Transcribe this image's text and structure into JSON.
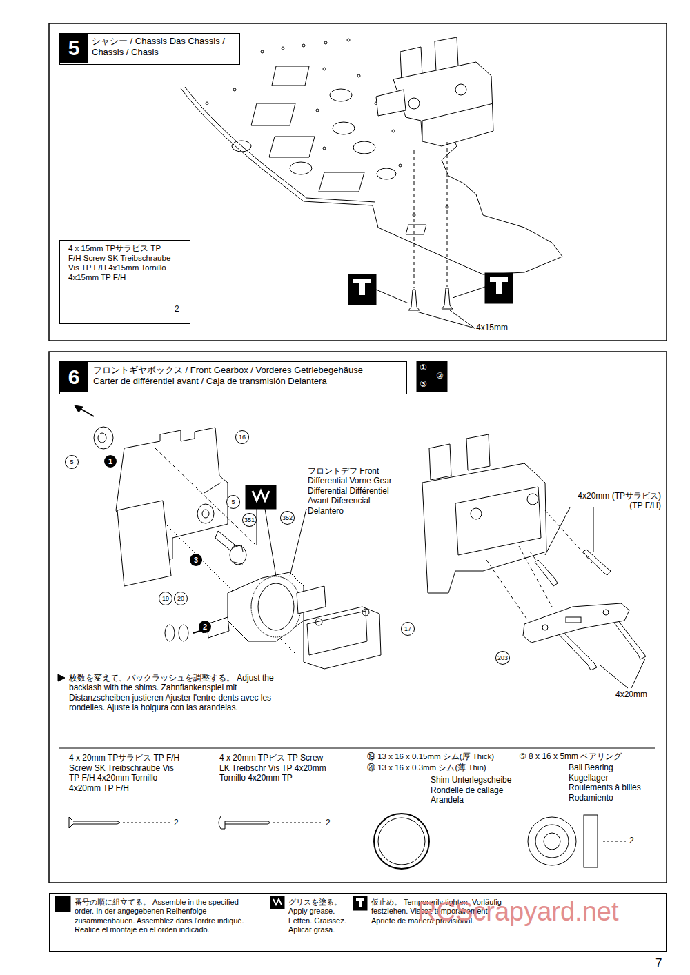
{
  "diagram": {
    "nodes": [
      {
        "text": [
          "5",
          "シャシー / Chassis Das Chassis / Chassis / Chasis"
        ]
      },
      {
        "text": [
          "4 x 15mm TPサラビス TP F/H Screw SK Treibschraube Vis TP F/H 4x15mm Tornillo 4x15mm TP F/H",
          "2"
        ]
      },
      {
        "text": [
          "6",
          "フロントギヤボックス / Front Gearbox / Vorderes Getriebegehäuse Carter de différentiel avant / Caja de transmisión Delantera"
        ]
      },
      {
        "text": [
          "4 x 20mm TPサラビス TP F/H Screw SK Treibschraube Vis TP F/H 4x20mm Tornillo 4x20mm TP F/H",
          "2",
          "4 x 20mm TPビス TP Screw LK Treibschr Vis TP 4x20mm Tornillo 4x20mm TP",
          "2",
          "⑲ 13 x 16 x 0.15mm シム(厚 Thick)",
          "⑳ 13 x 16 x 0.3mm シム(薄 Thin)",
          "Shim Unterlegscheibe Rondelle de callage Arandela",
          "⑤ 8 x 16 x 5mm ベアリング",
          "Ball Bearing Kugellager Roulements à billes Rodamiento",
          "2"
        ]
      },
      {
        "text": [
          "番号の順に組立てる。 Assemble in the specified order. In der angegebenen Reihenfolge zusammenbauen. Assemblez dans l'ordre indiqué. Realice el montaje en el orden indicado.",
          "グリスを塗る。 Apply grease. Fetten. Graissez. Aplicar grasa.",
          "仮止め。 Temporarily tighten. Vorläufig festziehen. Vissez temporairement. Apriete de manera provisional."
        ]
      }
    ],
    "labels": [
      "352",
      "4x15mm",
      "5",
      "1",
      "16",
      "5",
      "351",
      "3",
      "フロントデフ Front Differential Vorne Gear Differential Différentiel Avant Diferencial Delantero",
      "19",
      "20",
      "2",
      "枚数を変えて、バックラッシュを調整する。 Adjust the backlash with the shims. Zahnflankenspiel mit Distanzscheiben justieren Ajuster l'entre-dents avec les rondelles. Ajuste la holgura con las arandelas.",
      "4x20mm (TPサラビス) (TP F/H)",
      "17",
      "203",
      "4x20mm",
      "①",
      "②",
      "③",
      "7",
      "RCScrapyard.net"
    ]
  }
}
